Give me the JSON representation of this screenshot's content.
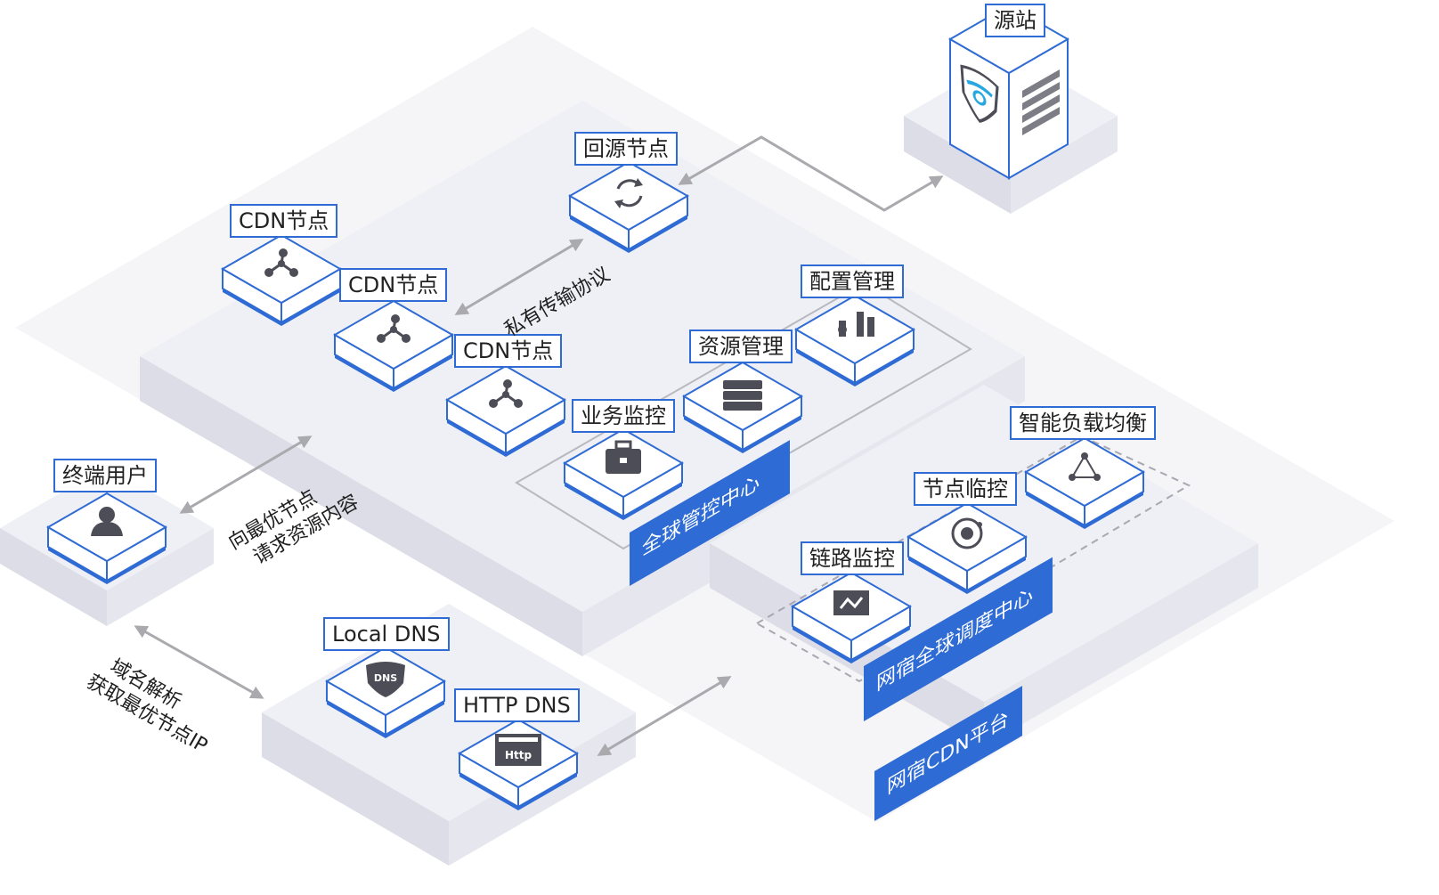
{
  "nodes": {
    "origin": "源站",
    "back_to_origin": "回源节点",
    "cdn_node_1": "CDN节点",
    "cdn_node_2": "CDN节点",
    "cdn_node_3": "CDN节点",
    "config_mgmt": "配置管理",
    "resource_mgmt": "资源管理",
    "business_monitor": "业务监控",
    "smart_lb": "智能负载均衡",
    "node_monitor": "节点临控",
    "link_monitor": "链路监控",
    "end_user": "终端用户",
    "local_dns": "Local DNS",
    "http_dns": "HTTP DNS"
  },
  "banners": {
    "global_control": "全球管控中心",
    "global_dispatch": "网宿全球调度中心",
    "cdn_platform": "网宿CDN平台"
  },
  "edge_labels": {
    "private_protocol": "私有传输协议",
    "request_line1": "向最优节点",
    "request_line2": "请求资源内容",
    "dns_line1": "域名解析",
    "dns_line2": "获取最优节点IP"
  },
  "icons": {
    "origin": "shield-server-icon",
    "back_to_origin": "recycle-icon",
    "cdn_node": "share-network-icon",
    "config_mgmt": "config-sliders-icon",
    "resource_mgmt": "server-stack-icon",
    "business_monitor": "briefcase-icon",
    "smart_lb": "triangle-network-icon",
    "node_monitor": "orbit-icon",
    "link_monitor": "line-chart-icon",
    "end_user": "user-icon",
    "local_dns": "dns-shield-icon",
    "http_dns": "http-window-icon"
  },
  "colors": {
    "accent": "#2f6bd4",
    "platform_top": "#eff0f5",
    "platform_left": "#dcdde6",
    "platform_right": "#e6e7ee",
    "icon": "#4d4d57",
    "arrow": "#a9a9ae"
  }
}
